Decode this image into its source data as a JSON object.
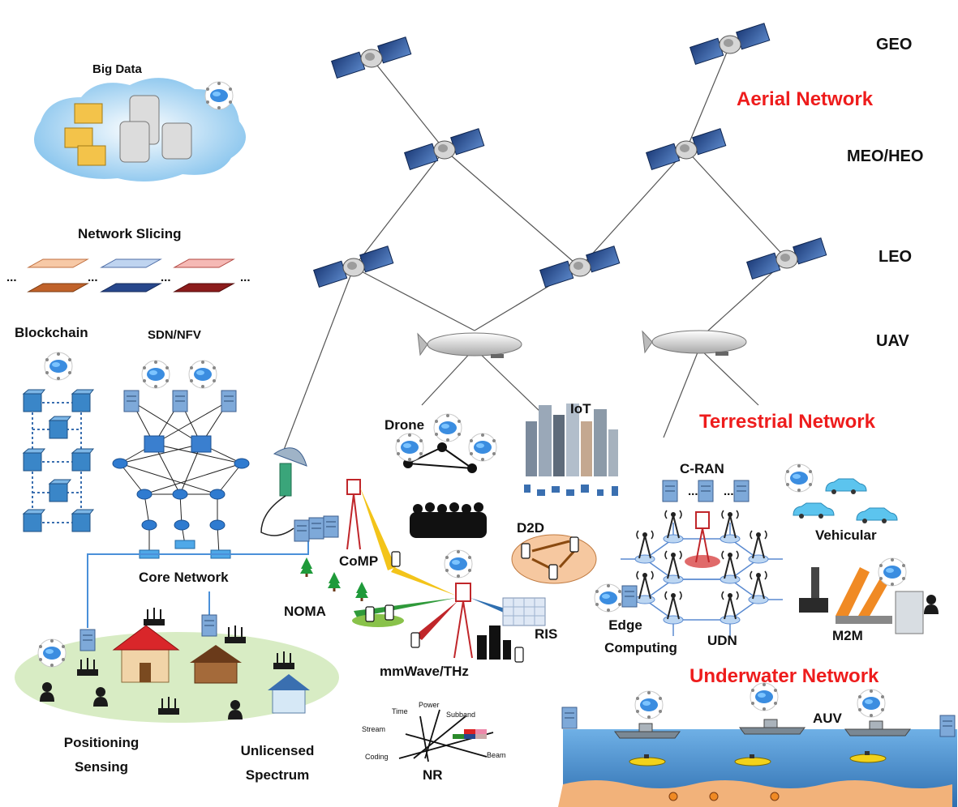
{
  "layers": {
    "aerial": "Aerial Network",
    "terrestrial": "Terrestrial Network",
    "underwater": "Underwater Network"
  },
  "orbits": {
    "geo": "GEO",
    "meo": "MEO/HEO",
    "leo": "LEO",
    "uav": "UAV"
  },
  "left": {
    "big_data": "Big Data",
    "network_slicing": "Network Slicing",
    "blockchain": "Blockchain",
    "sdn_nfv": "SDN/NFV",
    "core_network": "Core Network",
    "positioning_line1": "Positioning",
    "positioning_line2": "Sensing",
    "unlicensed_line1": "Unlicensed",
    "unlicensed_line2": "Spectrum",
    "ellipsis": "..."
  },
  "terrestrial": {
    "drone": "Drone",
    "iot": "IoT",
    "comp": "CoMP",
    "noma": "NOMA",
    "d2d": "D2D",
    "mmwave": "mmWave/THz",
    "ris": "RIS",
    "nr": "NR",
    "cran": "C-RAN",
    "vehicular": "Vehicular",
    "edge_line1": "Edge",
    "edge_line2": "Computing",
    "udn": "UDN",
    "m2m": "M2M"
  },
  "nr_axes": {
    "time": "Time",
    "power": "Power",
    "subband": "Subband",
    "stream": "Stream",
    "coding": "Coding",
    "beam": "Beam"
  },
  "underwater": {
    "auv": "AUV"
  },
  "colors": {
    "layer_title": "#ee1c1c",
    "cloud": "#7fc0ec",
    "ground_ellipse": "#d8ecc4",
    "d2d_ellipse": "#f6c8a0",
    "water": "#3d86c6",
    "seabed": "#f2b27a"
  }
}
